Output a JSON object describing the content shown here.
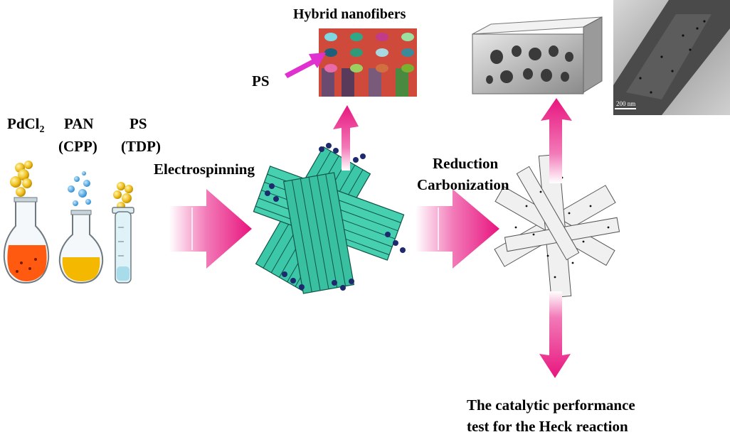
{
  "labels": {
    "pdcl2_main": "PdCl",
    "pdcl2_sub": "2",
    "pan": "PAN",
    "cpp": "(CPP)",
    "ps_reagent": "PS",
    "tdp": "(TDP)",
    "electrospinning": "Electrospinning",
    "hybrid_nanofibers": "Hybrid nanofibers",
    "ps_arrow_label": "PS",
    "reduction": "Reduction",
    "carbonization": "Carbonization",
    "catalytic_line1": "The catalytic performance",
    "catalytic_line2": "test for the Heck reaction",
    "scale_bar": "200 nm"
  },
  "colors": {
    "arrow": "#e8157e",
    "fiber": "#3cc8a8",
    "fiber_dark": "#1f8a72",
    "fiber_end": "#1e2a6e",
    "flask_orange": "#ff5a10",
    "flask_yellow": "#f5b800",
    "block_bg": "#d04a3c"
  },
  "dots": [
    {
      "fill": "#7fd8e0"
    },
    {
      "fill": "#2fa888"
    },
    {
      "fill": "#c23a8a"
    },
    {
      "fill": "#9be0a0"
    },
    {
      "fill": "#1e5f7a"
    },
    {
      "fill": "#2f9a7a"
    },
    {
      "fill": "#a8d8e0"
    },
    {
      "fill": "#3a8a9a"
    },
    {
      "fill": "#e86aa8"
    },
    {
      "fill": "#9bd060"
    },
    {
      "fill": "#d07040"
    },
    {
      "fill": "#7ab030"
    }
  ]
}
